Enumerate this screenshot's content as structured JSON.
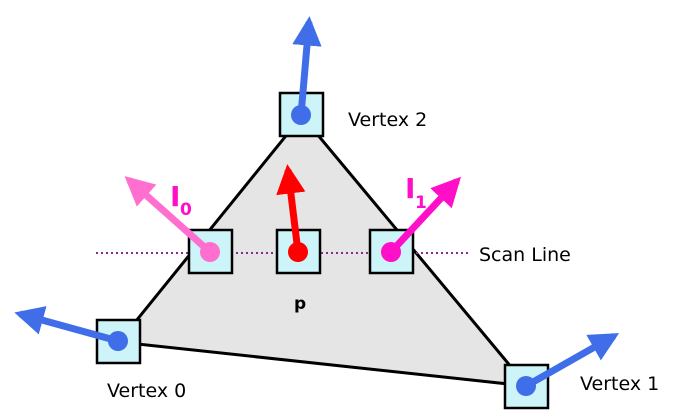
{
  "labels": {
    "vertex0": "Vertex 0",
    "vertex1": "Vertex 1",
    "vertex2": "Vertex 2",
    "scan_line": "Scan Line",
    "p": "p",
    "i0_main": "I",
    "i0_sub": "0",
    "i1_main": "I",
    "i1_sub": "1"
  },
  "colors": {
    "triangle_fill": "#e5e5e5",
    "triangle_stroke": "#000000",
    "box_fill": "#cdf4f8",
    "vertex_normal": "#3f6ee8",
    "interp_normal": "#ff0000",
    "i0_normal": "#ff6fcf",
    "i1_normal": "#ff0fc8",
    "scan_line": "#8a2a8a"
  }
}
